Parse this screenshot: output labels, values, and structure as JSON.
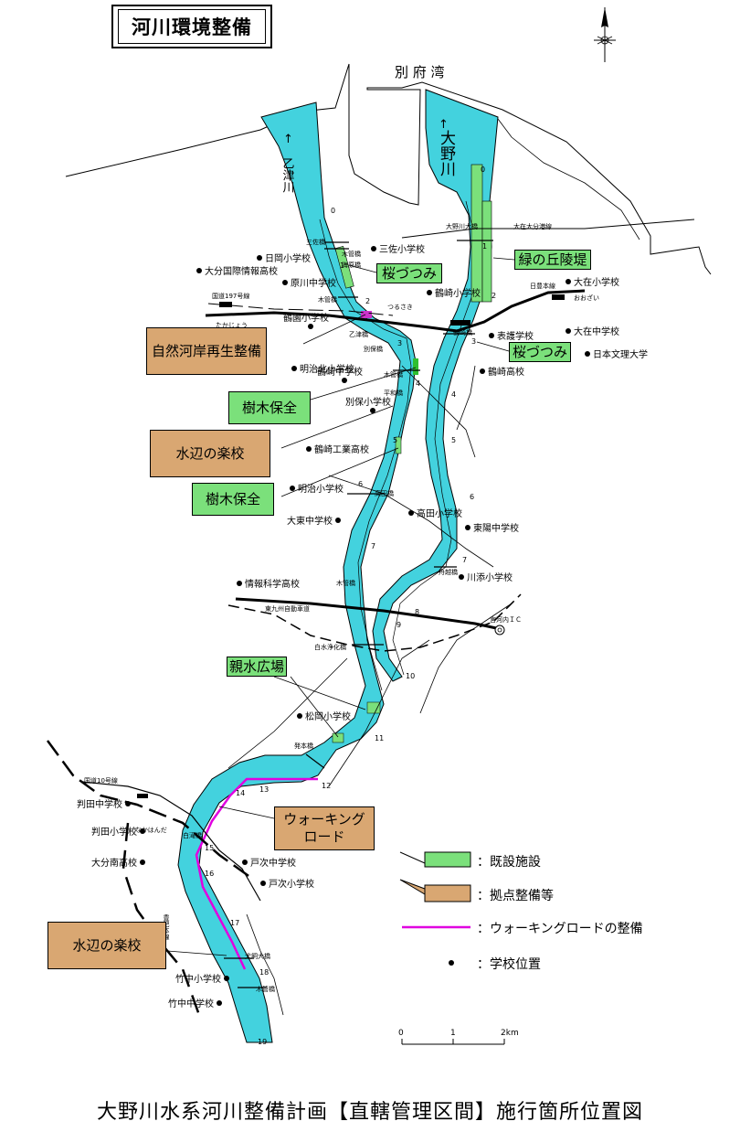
{
  "title": "河川環境整備",
  "footer_title": "大野川水系河川整備計画【直轄管理区間】施行箇所位置図",
  "bay_label": "別 府 湾",
  "river_labels": {
    "otozu": "乙津川",
    "ono": "大野川"
  },
  "callouts": {
    "sakura1": "桜づつみ",
    "midori": "緑の丘陵堤",
    "sakura2": "桜づつみ",
    "shizen": "自然河岸再生整備",
    "jumoku1": "樹木保全",
    "mizube1": "水辺の楽校",
    "jumoku2": "樹木保全",
    "shinsui": "親水広場",
    "walking_line1": "ウォーキング",
    "walking_line2": "ロード",
    "mizube2": "水辺の楽校"
  },
  "legend": {
    "existing": "：既設施設",
    "base": "：拠点整備等",
    "walking": "：ウォーキングロードの整備",
    "school": "：学校位置"
  },
  "scale": {
    "l0": "0",
    "l1": "1",
    "l2": "2km"
  },
  "schools": [
    {
      "label": "日岡小学校"
    },
    {
      "label": "三佐小学校"
    },
    {
      "label": "大分国際情報高校"
    },
    {
      "label": "原川中学校"
    },
    {
      "label": "鶴崎小学校"
    },
    {
      "label": "大在小学校"
    },
    {
      "label": "大在中学校"
    },
    {
      "label": "日本文理大学"
    },
    {
      "label": "鶴崎高校"
    },
    {
      "label": "明治北小学校"
    },
    {
      "label": "鶴崎中学校"
    },
    {
      "label": "別保小学校"
    },
    {
      "label": "鶴崎工業高校"
    },
    {
      "label": "明治小学校"
    },
    {
      "label": "高田小学校"
    },
    {
      "label": "東陽中学校"
    },
    {
      "label": "大東中学校"
    },
    {
      "label": "情報科学高校"
    },
    {
      "label": "川添小学校"
    },
    {
      "label": "松岡小学校"
    },
    {
      "label": "判田中学校"
    },
    {
      "label": "判田小学校"
    },
    {
      "label": "大分南高校"
    },
    {
      "label": "戸次中学校"
    },
    {
      "label": "戸次小学校"
    },
    {
      "label": "竹中小学校"
    },
    {
      "label": "竹中中学校"
    },
    {
      "label": "表護学校"
    },
    {
      "label": "鶴園小学校"
    }
  ],
  "small_labels": {
    "sanba": "三佐橋",
    "mokan1": "木管橋",
    "kaihara": "海原橋",
    "route197": "国道197号線",
    "mokan2": "木管橋",
    "takajo": "たかじょう",
    "tsurusaki_st": "つるさき",
    "otozuBr": "乙津橋",
    "beppoBr": "別保橋",
    "mokan3": "木管橋",
    "onoBig": "大野川大橋",
    "oitaPort": "大在大分港線",
    "nippo": "日豊本線",
    "oozai_st": "おおざい",
    "tsurusakiBr": "鶴崎橋",
    "heiwa": "平和橋",
    "takadaBr": "高田橋",
    "funabashi": "舟越橋",
    "mokan4": "木管橋",
    "higashikyushu": "東九州自動車道",
    "ic": "宮河内ＩＣ",
    "shiramizu": "白水浄化橋",
    "hakkenBr": "発本橋",
    "route10": "国道10号線",
    "nakahanda": "なかはんだ",
    "shiraki": "白滝橋",
    "hohi": "豊肥本線",
    "nanki": "犬飼大橋",
    "mokan5": "木管橋"
  },
  "km_marks": [
    "0",
    "1",
    "2",
    "3",
    "4",
    "5",
    "6",
    "7",
    "8",
    "9",
    "10",
    "11",
    "12",
    "13",
    "14",
    "15",
    "16",
    "17",
    "18",
    "19",
    "0",
    "1",
    "2",
    "3",
    "4",
    "5",
    "6",
    "7"
  ]
}
